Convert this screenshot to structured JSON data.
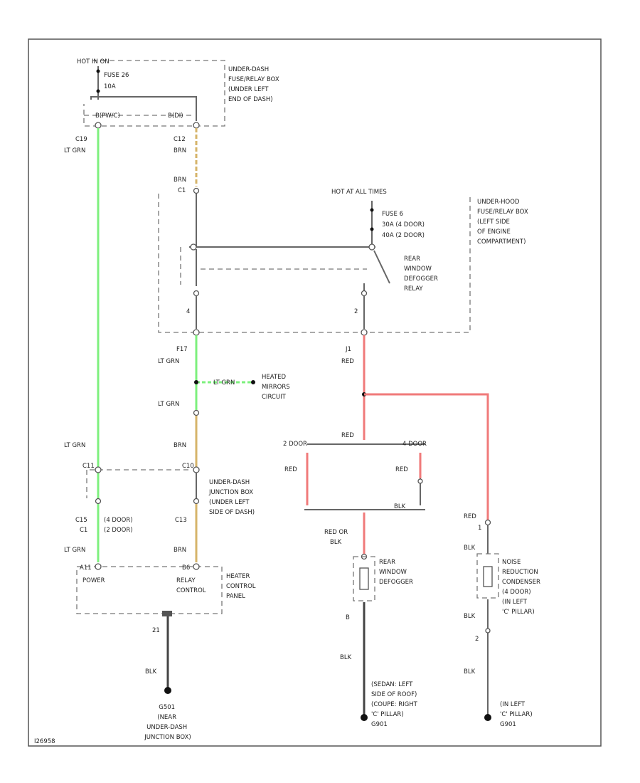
{
  "colors": {
    "lt_grn": "#7df07d",
    "brn": "#d6b46a",
    "red": "#f07a7a",
    "blk": "#444444",
    "gray": "#666666"
  },
  "diagram_id": "I26958",
  "fuse_box_dash": {
    "hot_in_on": "HOT IN ON",
    "fuse": "FUSE 26",
    "amps": "10A",
    "desc": [
      "UNDER-DASH",
      "FUSE/RELAY BOX",
      "(UNDER LEFT",
      "END OF DASH)"
    ],
    "left_pin": "B(PW/C)",
    "right_pin": "B(DI)"
  },
  "wires_left": {
    "c19": "C19",
    "lt_grn": "LT GRN",
    "c12": "C12",
    "brn": "BRN",
    "c1": "C1"
  },
  "underhood": {
    "hot": "HOT AT ALL TIMES",
    "fuse": "FUSE 6",
    "fuse_a": "30A (4 DOOR)",
    "fuse_b": "40A (2 DOOR)",
    "desc": [
      "UNDER-HOOD",
      "FUSE/RELAY BOX",
      "(LEFT SIDE",
      "OF ENGINE",
      "COMPARTMENT)"
    ],
    "relay": [
      "REAR",
      "WINDOW",
      "DEFOGGER",
      "RELAY"
    ],
    "pin4": "4",
    "pin2": "2"
  },
  "mid": {
    "f17": "F17",
    "lt_grn": "LT GRN",
    "mirrors": [
      "HEATED",
      "MIRRORS",
      "CIRCUIT"
    ],
    "j1": "J1",
    "red": "RED",
    "brn": "BRN",
    "door_l": "2 DOOR",
    "door_r": "4 DOOR",
    "blk": "BLK"
  },
  "junction": {
    "lt_grn": "LT GRN",
    "c11": "C11",
    "c10": "C10",
    "desc": [
      "UNDER-DASH",
      "JUNCTION BOX",
      "(UNDER LEFT",
      "SIDE OF DASH)"
    ],
    "c15": "C15",
    "c1": "C1",
    "door4": "(4 DOOR)",
    "door2": "(2 DOOR)",
    "c13": "C13",
    "brn": "BRN"
  },
  "heater": {
    "pin_a": "A11",
    "pin_b": "B6",
    "power": "POWER",
    "relay": "RELAY",
    "control": "CONTROL",
    "desc": [
      "HEATER",
      "CONTROL",
      "PANEL"
    ],
    "g_pin": "21",
    "blk": "BLK",
    "gnd": [
      "G501",
      "(NEAR",
      "UNDER-DASH",
      "JUNCTION BOX)"
    ]
  },
  "defogger": {
    "wire": [
      "RED OR",
      "BLK"
    ],
    "desc": [
      "REAR",
      "WINDOW",
      "DEFOGGER"
    ],
    "pin": "B",
    "blk": "BLK",
    "gnd": [
      "(SEDAN: LEFT",
      "SIDE OF ROOF)",
      "(COUPE: RIGHT",
      "'C' PILLAR)",
      "G901"
    ]
  },
  "condenser": {
    "red": "RED",
    "pin1": "1",
    "blk": "BLK",
    "desc": [
      "NOISE",
      "REDUCTION",
      "CONDENSER",
      "(4 DOOR)",
      "(IN LEFT",
      "'C' PILLAR)"
    ],
    "blk2": "BLK",
    "pin2": "2",
    "blk3": "BLK",
    "gnd": [
      "(IN LEFT",
      "'C' PILLAR)",
      "G901"
    ]
  }
}
